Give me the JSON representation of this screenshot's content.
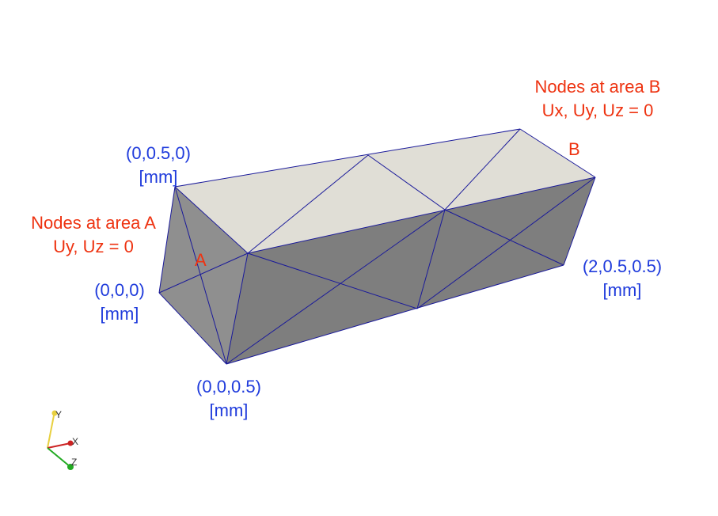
{
  "colors": {
    "edge": "#1a1a9a",
    "top_face": "#e0ded6",
    "front_face": "#7e7e7e",
    "left_face": "#8c8c8c",
    "coord_text": "#1f3bdc",
    "annotation_text": "#ee3311",
    "axis_x": "#cc2222",
    "axis_y": "#e8d040",
    "axis_z": "#22aa22"
  },
  "labels": {
    "corner_top_left": {
      "line1": "(0,0.5,0)",
      "line2": "[mm]"
    },
    "corner_origin": {
      "line1": "(0,0,0)",
      "line2": "[mm]"
    },
    "corner_bottom": {
      "line1": "(0,0,0.5)",
      "line2": "[mm]"
    },
    "corner_right": {
      "line1": "(2,0.5,0.5)",
      "line2": "[mm]"
    },
    "area_a": {
      "line1": "Nodes at area A",
      "line2": "Uy, Uz = 0",
      "marker": "A"
    },
    "area_b": {
      "line1": "Nodes at area B",
      "line2": "Ux, Uy, Uz = 0",
      "marker": "B"
    }
  },
  "axes": {
    "x": "X",
    "y": "Y",
    "z": "Z"
  }
}
